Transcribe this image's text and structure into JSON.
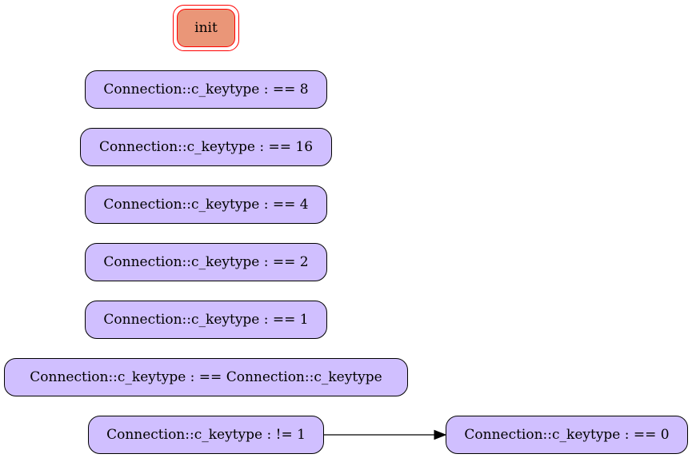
{
  "colors": {
    "node_fill": "#d0bfff",
    "node_border": "#000000",
    "init_fill": "#ea9678",
    "init_border": "#ff0000",
    "edge": "#000000"
  },
  "nodes": {
    "init": "init",
    "eq8": "Connection::c_keytype : == 8",
    "eq16": "Connection::c_keytype : == 16",
    "eq4": "Connection::c_keytype : == 4",
    "eq2": "Connection::c_keytype : == 2",
    "eq1": "Connection::c_keytype : == 1",
    "eqself": "Connection::c_keytype : == Connection::c_keytype",
    "ne1": "Connection::c_keytype : != 1",
    "eq0": "Connection::c_keytype : == 0"
  },
  "edges": [
    {
      "from": "ne1",
      "to": "eq0"
    }
  ]
}
